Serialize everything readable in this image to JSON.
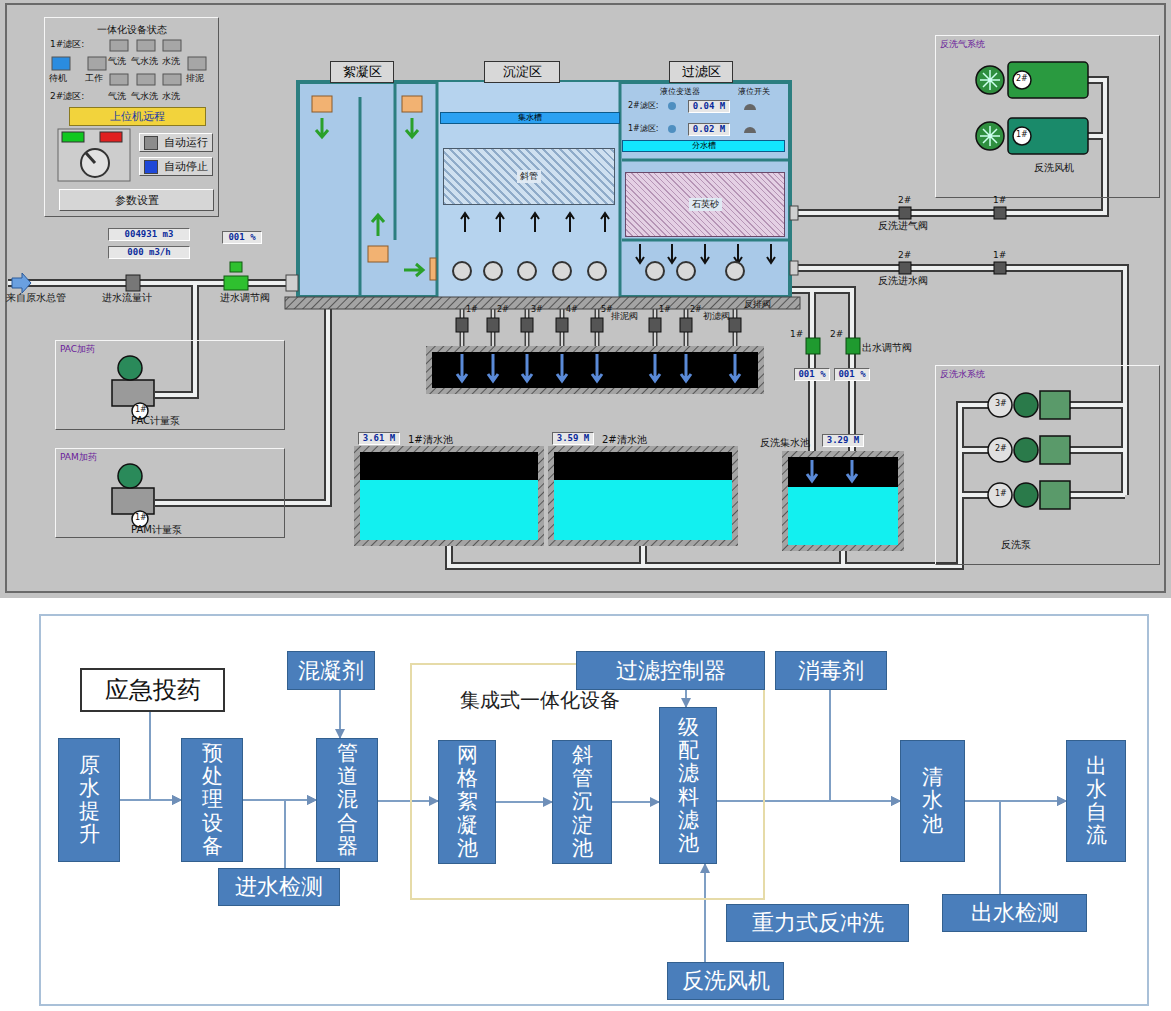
{
  "diagram": {
    "nodes": [
      {
        "text": [
          "一体化设备状态"
        ]
      },
      {
        "text": [
          "上位机远程"
        ],
        "in": 0
      },
      {
        "text": [
          "自动运行"
        ],
        "in": 0
      },
      {
        "text": [
          "自动停止"
        ],
        "in": 0
      },
      {
        "text": [
          "参数设置"
        ],
        "in": 0
      },
      {
        "text": [
          "004931 m3"
        ]
      },
      {
        "text": [
          "000 m3/h"
        ]
      },
      {
        "text": [
          "001 %"
        ]
      },
      {
        "text": [
          "PAC加药",
          "PAC计量泵"
        ]
      },
      {
        "text": [
          "PAM加药",
          "PAM计量泵"
        ]
      },
      {
        "text": [
          "絮凝区"
        ]
      },
      {
        "text": [
          "沉淀区"
        ]
      },
      {
        "text": [
          "过滤区"
        ]
      },
      {
        "text": [
          "集水槽"
        ]
      },
      {
        "text": [
          "斜管"
        ]
      },
      {
        "text": [
          "分水槽"
        ]
      },
      {
        "text": [
          "石英砂"
        ]
      },
      {
        "text": [
          "0.04 M"
        ]
      },
      {
        "text": [
          "0.02 M"
        ]
      },
      {
        "text": [
          "3.61 M"
        ]
      },
      {
        "text": [
          "1#清水池"
        ]
      },
      {
        "text": [
          "3.59 M"
        ]
      },
      {
        "text": [
          "2#清水池"
        ]
      },
      {
        "text": [
          "反洗集水池"
        ]
      },
      {
        "text": [
          "3.29 M"
        ]
      },
      {
        "text": [
          "001 %"
        ]
      },
      {
        "text": [
          "001 %"
        ]
      },
      {
        "text": [
          "反洗气系统",
          "反洗风机"
        ]
      },
      {
        "text": [
          "反洗水系统",
          "反洗泵"
        ]
      },
      {
        "text": [
          "应急投药"
        ]
      },
      {
        "text": [
          "混凝剂"
        ]
      },
      {
        "text": [
          "过滤控制器"
        ]
      },
      {
        "text": [
          "消毒剂"
        ]
      },
      {
        "text": [
          "原水提升"
        ]
      },
      {
        "text": [
          "预处理设备"
        ]
      },
      {
        "text": [
          "管道混合器"
        ]
      },
      {
        "text": [
          "集成式一体化设备"
        ]
      },
      {
        "text": [
          "网格絮凝池"
        ],
        "in": 36
      },
      {
        "text": [
          "斜管沉淀池"
        ],
        "in": 36
      },
      {
        "text": [
          "级配滤料滤池"
        ],
        "in": 36
      },
      {
        "text": [
          "清水池"
        ]
      },
      {
        "text": [
          "出水自流"
        ]
      },
      {
        "text": [
          "进水检测"
        ]
      },
      {
        "text": [
          "重力式反冲洗"
        ]
      },
      {
        "text": [
          "出水检测"
        ]
      },
      {
        "text": [
          "反洗风机"
        ]
      }
    ],
    "edges": [
      {
        "from": 33,
        "to": 34,
        "arrow": "to"
      },
      {
        "from": 29,
        "to": 34,
        "arrow": "to"
      },
      {
        "from": 34,
        "to": 35,
        "arrow": "to"
      },
      {
        "from": 42,
        "to": 35,
        "arrow": "to"
      },
      {
        "from": 30,
        "to": 35,
        "arrow": "to"
      },
      {
        "from": 35,
        "to": 37,
        "arrow": "to"
      },
      {
        "from": 37,
        "to": 38,
        "arrow": "to"
      },
      {
        "from": 38,
        "to": 39,
        "arrow": "to"
      },
      {
        "from": 31,
        "to": 39,
        "arrow": "to"
      },
      {
        "from": 45,
        "to": 39,
        "arrow": "to"
      },
      {
        "from": 39,
        "to": 40,
        "arrow": "to"
      },
      {
        "from": 32,
        "to": 40,
        "arrow": "to"
      },
      {
        "from": 40,
        "to": 41,
        "arrow": "to"
      },
      {
        "from": 44,
        "to": 41,
        "arrow": "to"
      }
    ],
    "labels": [
      "1#滤区:",
      "气洗",
      "气水洗",
      "水洗",
      "待机",
      "工作",
      "排泥",
      "2#滤区:",
      "气洗",
      "气水洗",
      "水洗",
      "来自原水总管",
      "进水流量计",
      "进水调节阀",
      "1#",
      "1#",
      "液位变送器",
      "液位开关",
      "2#滤区:",
      "1#滤区:",
      "1#",
      "2#",
      "3#",
      "4#",
      "5#",
      "排泥阀",
      "1#",
      "2#",
      "初滤阀",
      "反排阀",
      "2#",
      "反洗进气阀",
      "1#",
      "2#",
      "反洗进水阀",
      "1#",
      "1#",
      "2#",
      "出水调节阀",
      "2#",
      "1#",
      "3#",
      "2#",
      "1#"
    ]
  }
}
